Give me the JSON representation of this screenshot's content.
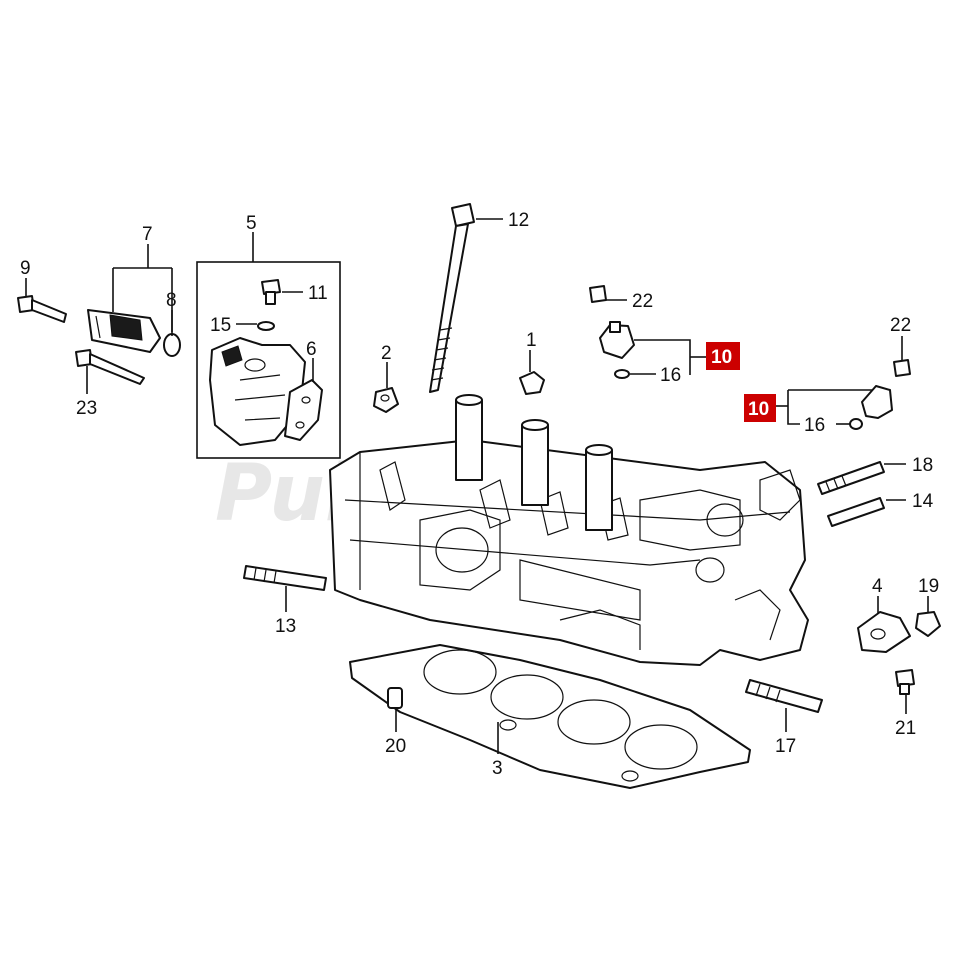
{
  "watermark": "PulsePower",
  "highlight_color": "#cc0000",
  "callouts": {
    "c1": "1",
    "c2": "2",
    "c3": "3",
    "c4": "4",
    "c5": "5",
    "c6": "6",
    "c7": "7",
    "c8": "8",
    "c9": "9",
    "c10a": "10",
    "c10b": "10",
    "c11": "11",
    "c12": "12",
    "c13": "13",
    "c14": "14",
    "c15": "15",
    "c16a": "16",
    "c16b": "16",
    "c17": "17",
    "c18": "18",
    "c19": "19",
    "c20": "20",
    "c21": "21",
    "c22a": "22",
    "c22b": "22",
    "c23": "23"
  }
}
